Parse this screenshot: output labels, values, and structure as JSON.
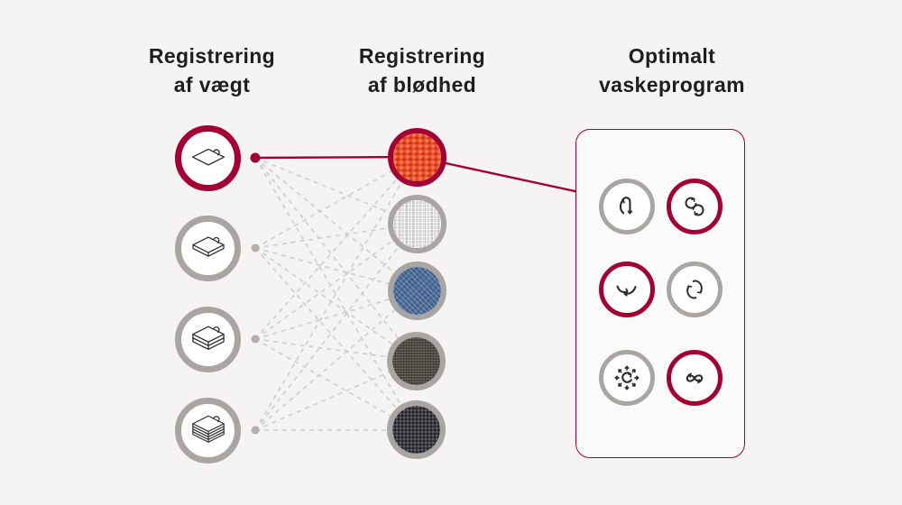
{
  "page": {
    "background_color": "#f5f4f2",
    "language": "da"
  },
  "colors": {
    "accent_crimson": "#a50034",
    "ring_gray": "#a8a5a2",
    "dashed_line_gray": "#d3d1ce",
    "heading_text": "#1e1e1d",
    "icon_stroke": "#2d2d2d",
    "circle_fill": "#ffffff",
    "panel_background": "#fafaf9"
  },
  "headings": {
    "weight": {
      "line1": "Registrering",
      "line2": "af vægt"
    },
    "softness": {
      "line1": "Registrering",
      "line2": "af blødhed"
    },
    "program": {
      "line1": "Optimalt",
      "line2": "vaskeprogram"
    }
  },
  "weight_column": {
    "items": [
      {
        "icon": "fabric-single-sheet-icon",
        "ring": "accent",
        "selected": true
      },
      {
        "icon": "fabric-one-layer-stack-icon",
        "ring": "gray",
        "selected": false
      },
      {
        "icon": "fabric-two-layer-stack-icon",
        "ring": "gray",
        "selected": false
      },
      {
        "icon": "fabric-four-layer-stack-icon",
        "ring": "gray",
        "selected": false
      }
    ]
  },
  "softness_column": {
    "items": [
      {
        "swatch": "orange-knit-fabric",
        "base_color": "#ee4e27",
        "ring": "accent",
        "selected": true
      },
      {
        "swatch": "light-grey-linen-fabric",
        "base_color": "#dad9d5",
        "ring": "gray",
        "selected": false
      },
      {
        "swatch": "blue-denim-fabric",
        "base_color": "#4d6d99",
        "ring": "gray",
        "selected": false
      },
      {
        "swatch": "dark-olive-weave-fabric",
        "base_color": "#4f4c44",
        "ring": "gray",
        "selected": false
      },
      {
        "swatch": "charcoal-tweed-fabric",
        "base_color": "#3a3941",
        "ring": "gray",
        "selected": false
      }
    ]
  },
  "program_panel": {
    "items": [
      {
        "icon": "tumble-motion-icon",
        "ring": "gray"
      },
      {
        "icon": "scrub-motion-icon",
        "ring": "accent"
      },
      {
        "icon": "swing-motion-icon",
        "ring": "accent"
      },
      {
        "icon": "rolling-motion-icon",
        "ring": "gray"
      },
      {
        "icon": "stepping-motion-icon",
        "ring": "gray"
      },
      {
        "icon": "filtration-motion-icon",
        "ring": "accent"
      }
    ]
  },
  "connections": {
    "highlighted_path": "weight-item-1 → softness-item-1 → program-panel",
    "dashed_links": "every weight dot links to every softness swatch"
  }
}
